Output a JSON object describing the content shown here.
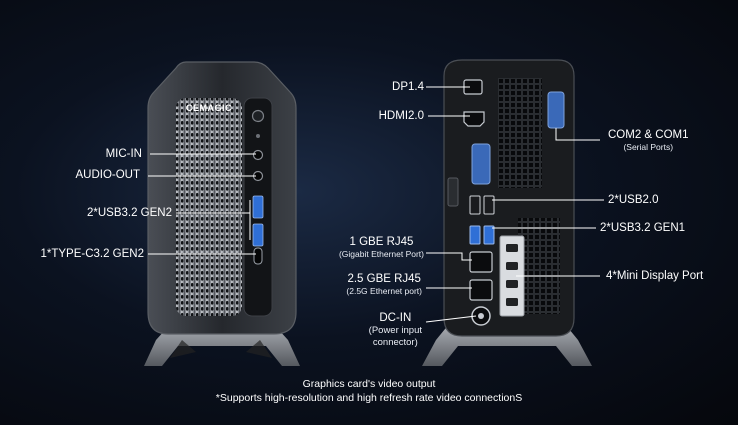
{
  "brand": "CEMAGIC",
  "front_labels": {
    "mic_in": "MIC-IN",
    "audio_out": "AUDIO-OUT",
    "usb32_gen2": "2*USB3.2 GEN2",
    "type_c": "1*TYPE-C3.2 GEN2"
  },
  "rear_labels": {
    "dp": "DP1.4",
    "hdmi": "HDMI2.0",
    "com": "COM2 & COM1",
    "com_sub": "(Serial Ports)",
    "usb20": "2*USB2.0",
    "usb32_gen1": "2*USB3.2 GEN1",
    "rj45_1g": "1 GBE RJ45",
    "rj45_1g_sub": "(Gigabit Ethernet Port)",
    "rj45_25g": "2.5 GBE RJ45",
    "rj45_25g_sub": "(2.5G Ethernet port)",
    "mini_dp": "4*Mini Display Port",
    "dc_in": "DC-IN",
    "dc_in_sub1": "(Power input",
    "dc_in_sub2": "connector)"
  },
  "footer": {
    "line1": "Graphics card's video output",
    "line2": "*Supports high-resolution and high refresh rate video connectionS"
  },
  "colors": {
    "background": "#0b1220",
    "case": "#2b2e33",
    "usb_blue": "#2f6fd6",
    "line": "#ffffff"
  }
}
